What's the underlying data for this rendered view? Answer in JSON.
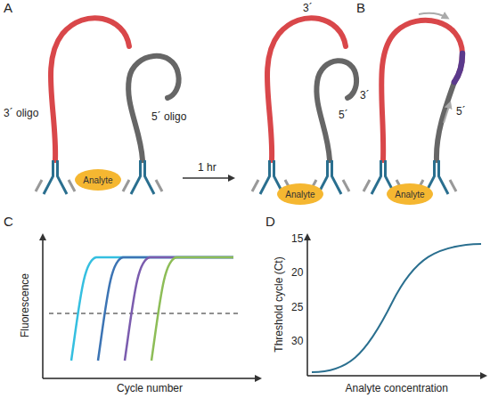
{
  "diagram": {
    "nodes": [
      {
        "text": [
          "Analyte"
        ]
      },
      {
        "text": [
          "Analyte"
        ]
      },
      {
        "text": [
          "Analyte"
        ]
      }
    ],
    "labels": [
      "A",
      "3´ oligo",
      "5´ oligo",
      "1 hr",
      "3´",
      "5´",
      "B",
      "3´",
      "5´",
      "C",
      "Fluorescence",
      "Cycle number",
      "D",
      "15",
      "20",
      "25",
      "30",
      "Threshold cycle (Ct)",
      "Analyte concentration"
    ]
  }
}
